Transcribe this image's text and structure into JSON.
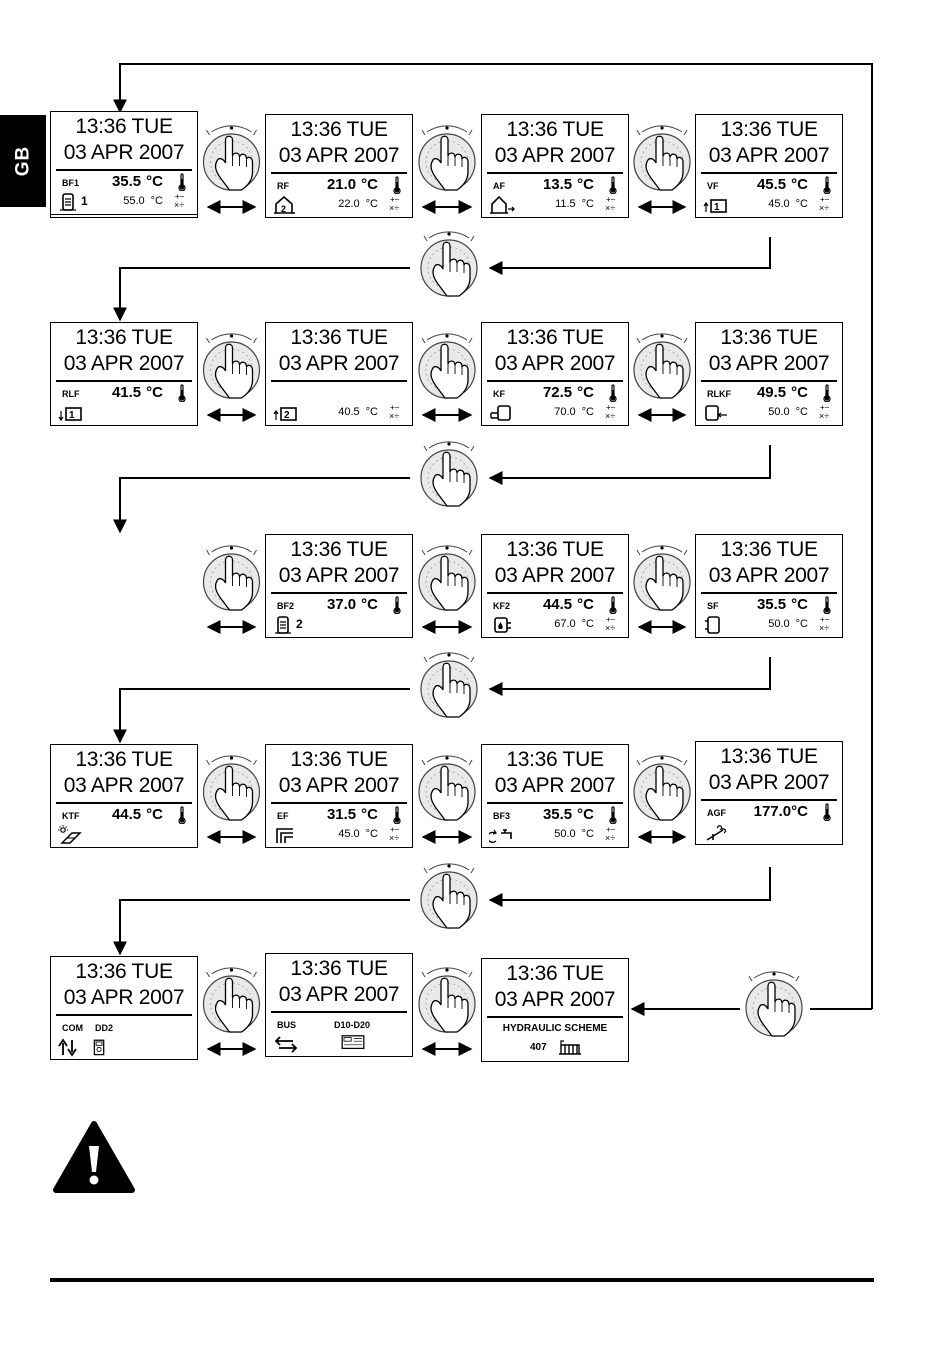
{
  "sidebar_tab": {
    "label": "GB"
  },
  "common": {
    "time": "13:36 TUE",
    "date": "03 APR 2007",
    "unit": "°C"
  },
  "rows": [
    {
      "screens": [
        {
          "label": "RF",
          "main": "21.0",
          "sub": "22.0",
          "icon": "house-1-icon"
        },
        {
          "label": "RF",
          "main": "21.0",
          "sub": "22.0",
          "icon": "house-2-icon"
        },
        {
          "label": "AF",
          "main": "13.5",
          "sub": "11.5",
          "icon": "outdoor-house-icon"
        },
        {
          "label": "VF",
          "main": "45.5",
          "sub": "45.0",
          "icon": "flow-circuit-1-icon"
        }
      ]
    },
    {
      "screens": [
        {
          "label": "RLF",
          "main": "41.5",
          "sub": "",
          "icon": "return-circuit-1-icon"
        },
        {
          "label": "",
          "main": "",
          "sub": "40.5",
          "icon": "return-circuit-2-icon"
        },
        {
          "label": "KF",
          "main": "72.5",
          "sub": "70.0",
          "icon": "boiler-icon"
        },
        {
          "label": "RLKF",
          "main": "49.5",
          "sub": "50.0",
          "icon": "boiler-return-icon"
        }
      ]
    },
    {
      "screens": [
        {
          "label": "BF1",
          "main": "35.5",
          "sub": "55.0",
          "icon": "dhw-tank-icon",
          "icon_text": "1"
        },
        {
          "label": "BF2",
          "main": "37.0",
          "sub": "",
          "icon": "dhw-tank-icon",
          "icon_text": "2"
        },
        {
          "label": "KF2",
          "main": "44.5",
          "sub": "67.0",
          "icon": "second-boiler-icon"
        },
        {
          "label": "SF",
          "main": "35.5",
          "sub": "50.0",
          "icon": "storage-tank-icon"
        }
      ]
    },
    {
      "screens": [
        {
          "label": "KTF",
          "main": "44.5",
          "sub": "",
          "icon": "solar-collector-icon"
        },
        {
          "label": "EF",
          "main": "31.5",
          "sub": "45.0",
          "icon": "radiator-icon"
        },
        {
          "label": "BF3",
          "main": "35.5",
          "sub": "50.0",
          "icon": "circulation-tap-icon"
        },
        {
          "label": "AGF",
          "main": "177.0",
          "sub": "",
          "icon": "flue-gas-icon"
        }
      ]
    },
    {
      "screens": [
        {
          "label": "COM",
          "label2": "DD2",
          "icon": "com-arrows-icon",
          "icon2": "dd2-device-icon"
        },
        {
          "label": "BUS",
          "label2": "D10-D20",
          "icon": "bus-arrows-icon",
          "icon2": "d10-d20-device-icon"
        },
        {
          "label": "HYDRAULIC SCHEME",
          "hs_number": "407",
          "icon": "hydraulic-scheme-icon"
        }
      ]
    }
  ]
}
